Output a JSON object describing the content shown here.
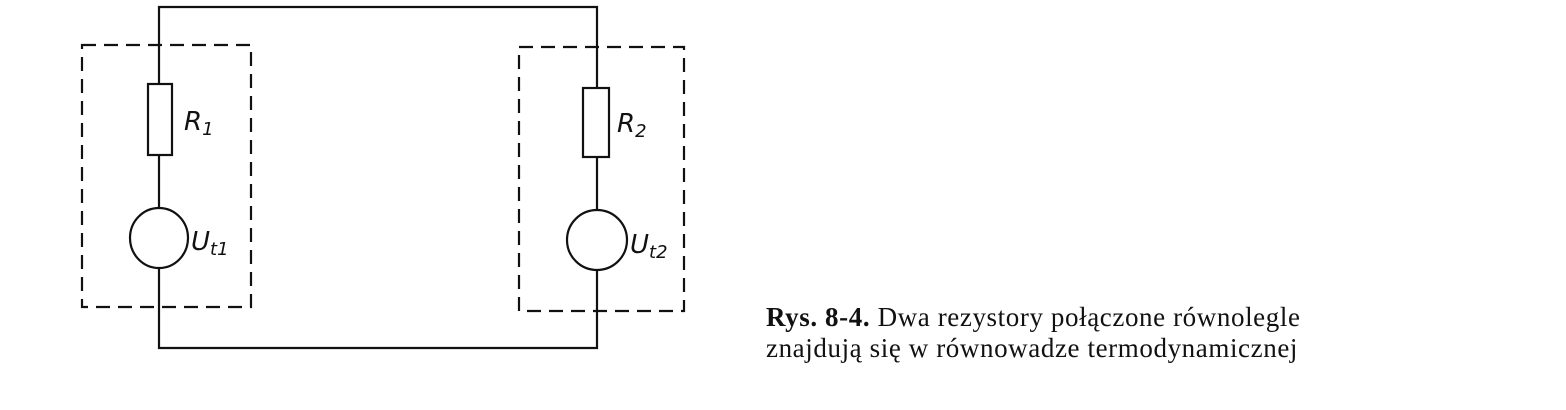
{
  "diagram": {
    "components": [
      {
        "id": "R1",
        "type": "resistor",
        "label": "R",
        "subscript": "1"
      },
      {
        "id": "R2",
        "type": "resistor",
        "label": "R",
        "subscript": "2"
      },
      {
        "id": "Ut1",
        "type": "voltage-source",
        "label": "U",
        "subscript": "t1"
      },
      {
        "id": "Ut2",
        "type": "voltage-source",
        "label": "U",
        "subscript": "t2"
      }
    ],
    "connection": "parallel"
  },
  "caption": {
    "figure_label": "Rys. 8-4.",
    "line1": "Dwa rezystory połączone równolegle",
    "line2": "znajdują się w równowadze termodynamicznej"
  }
}
